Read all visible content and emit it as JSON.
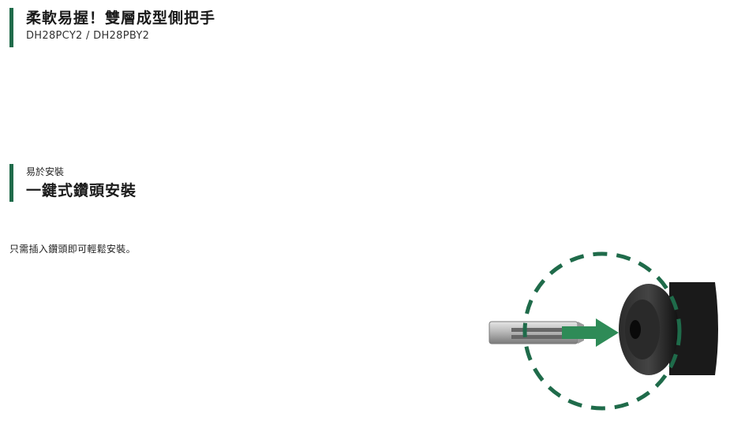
{
  "section1": {
    "title": "柔軟易握！雙層成型側把手",
    "models": "DH28PCY2 / DH28PBY2"
  },
  "section2": {
    "kicker": "易於安裝",
    "title": "一鍵式鑽頭安裝",
    "description": "只需插入鑽頭即可輕鬆安裝。"
  },
  "colors": {
    "accent": "#1f6b4a",
    "dashed_circle": "#1f6b4a",
    "arrow": "#2e8b57"
  },
  "illustration": {
    "icon": "drill-bit-insertion-icon"
  }
}
